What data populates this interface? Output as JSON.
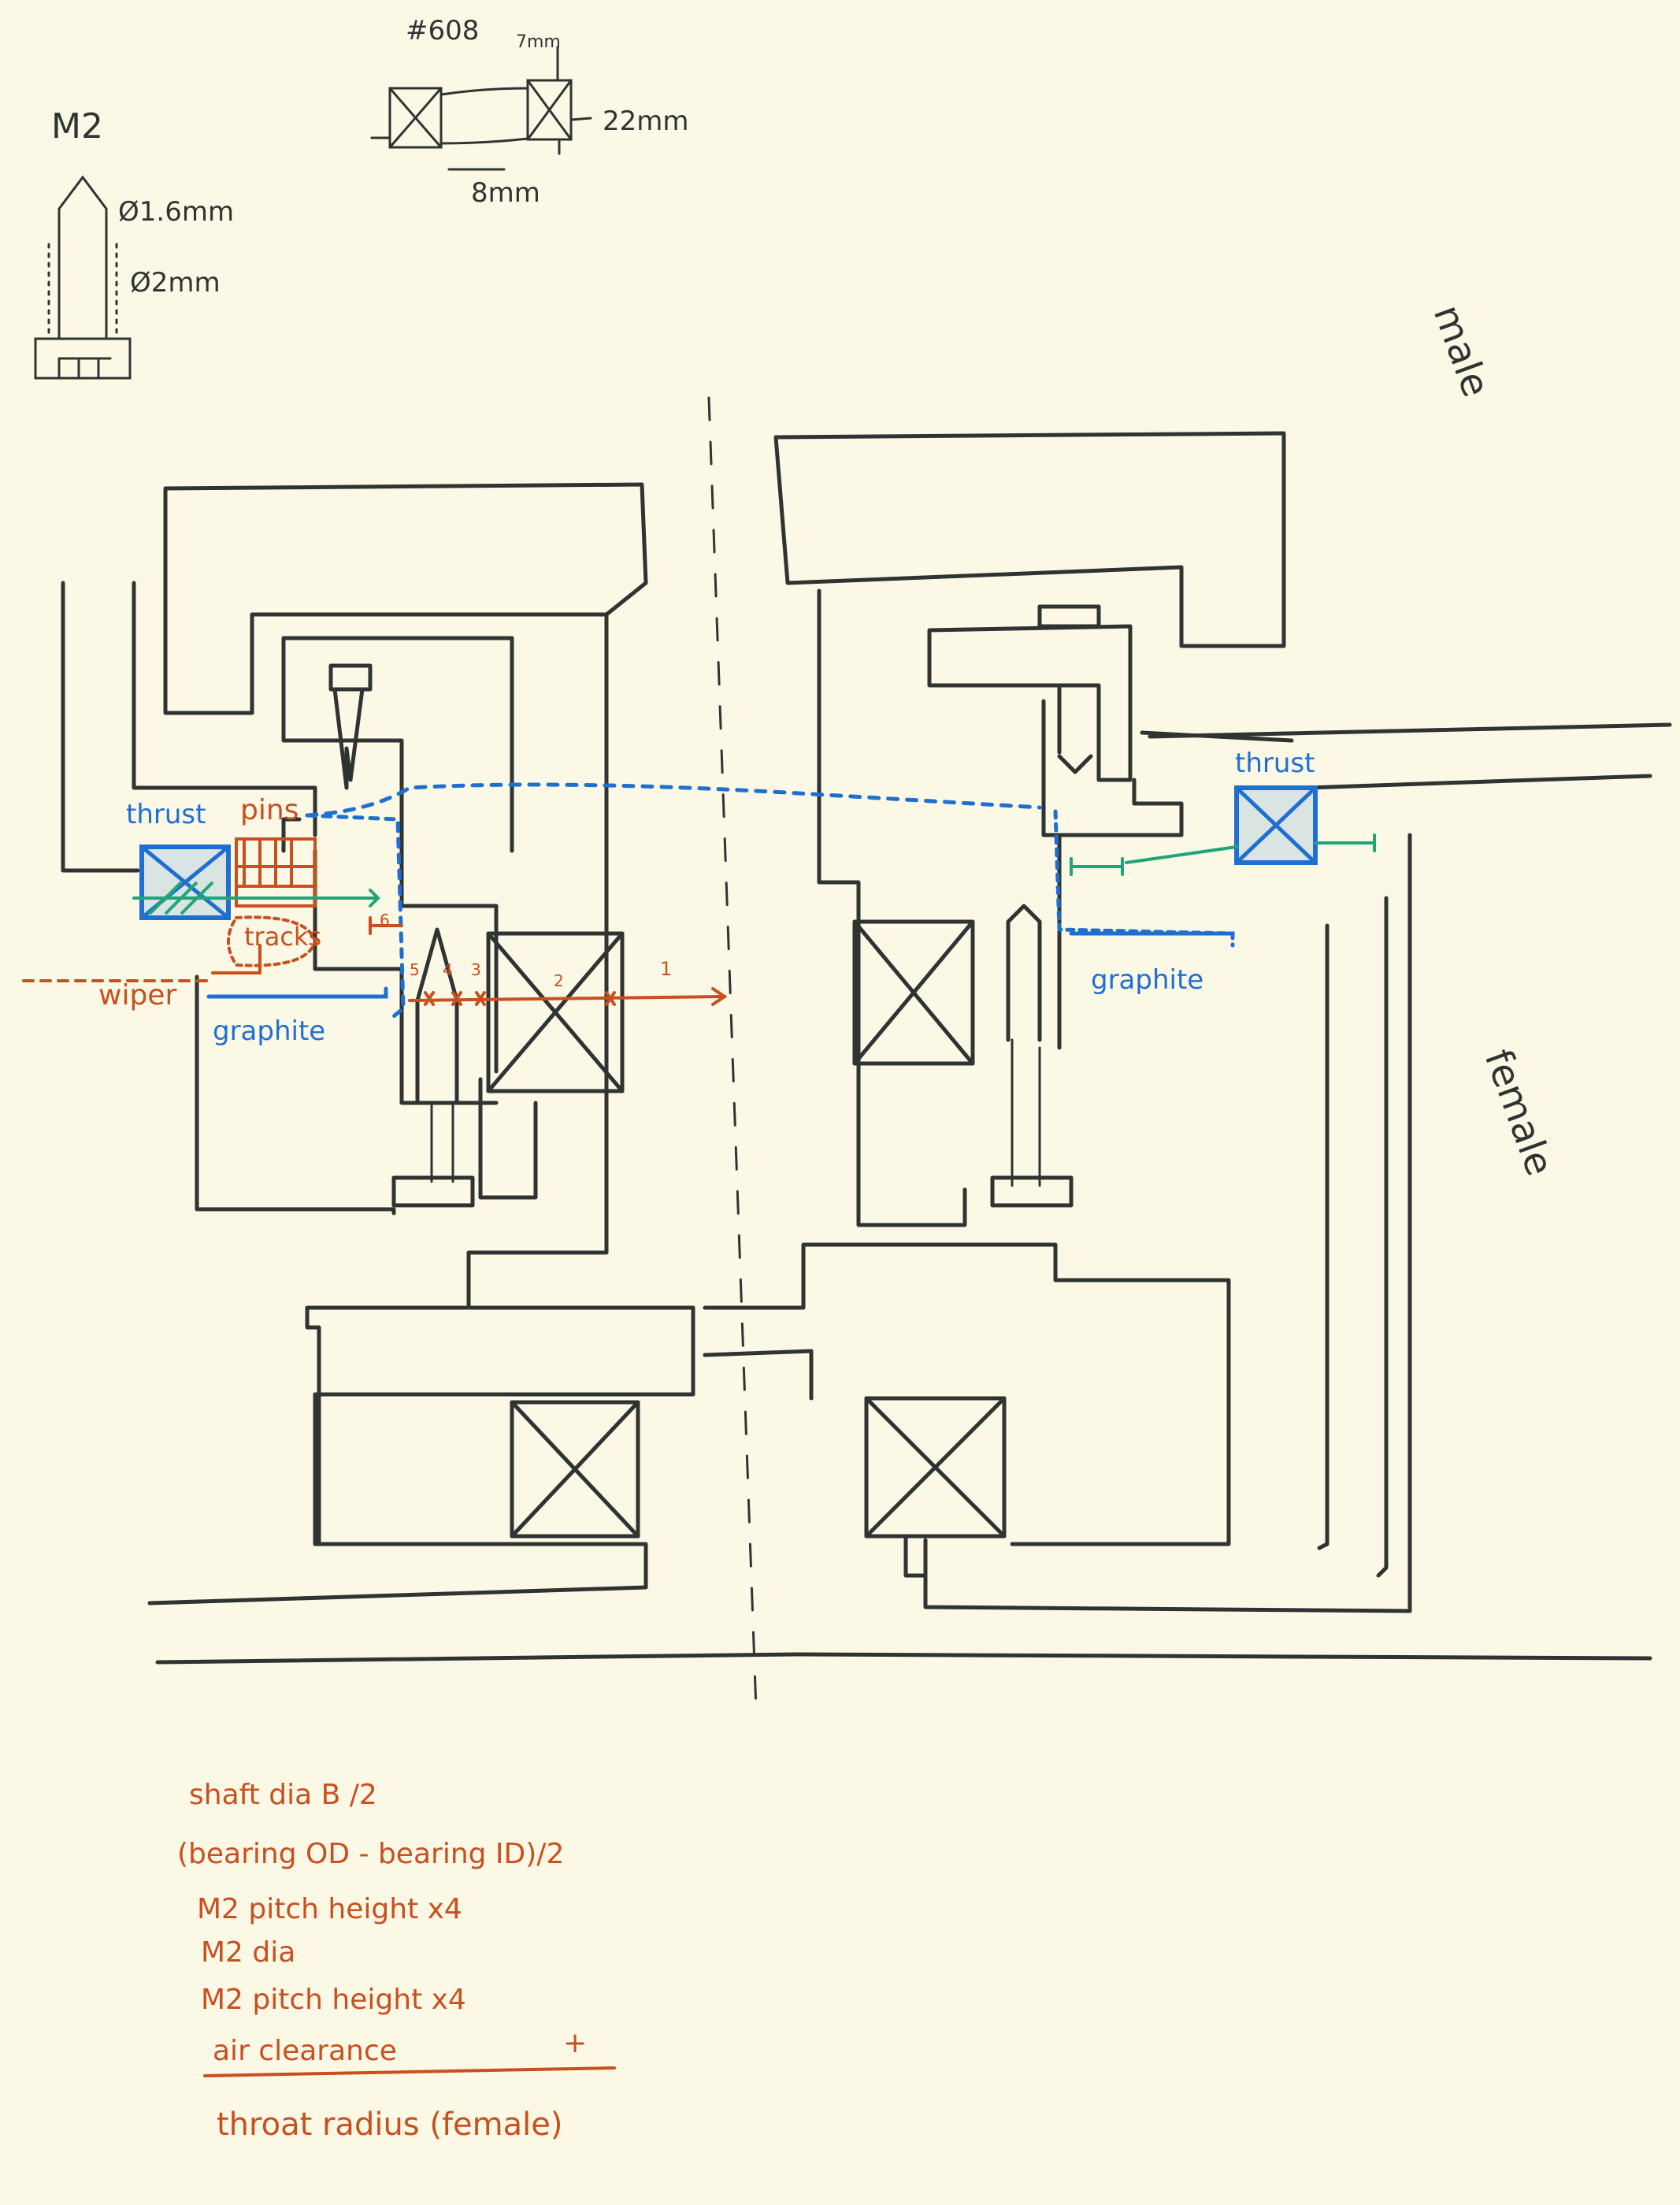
{
  "title_labels": {
    "bearing_number": "#608",
    "bearing_width": "7mm",
    "bearing_od": "22mm",
    "bearing_id": "8mm",
    "screw_name": "M2",
    "screw_tip_dia": "Ø1.6mm",
    "screw_dia": "Ø2mm"
  },
  "side_labels": {
    "male": "male",
    "female": "female"
  },
  "part_labels": {
    "thrust_left": "thrust",
    "pins": "pins",
    "tracks": "tracks",
    "wiper": "wiper",
    "graphite_left": "graphite",
    "thrust_right": "thrust",
    "graphite_right": "graphite"
  },
  "dimension_markers": [
    "1",
    "2",
    "3",
    "4",
    "5",
    "6"
  ],
  "formula": {
    "lines": [
      "shaft dia B /2",
      "(bearing OD - bearing ID)/2",
      "M2 pitch height x4",
      "M2 dia",
      "M2 pitch height x4",
      "air clearance"
    ],
    "plus": "+",
    "result": "throat radius (female)"
  },
  "colors": {
    "paper": "#fbf8e6",
    "pencil": "#2f3433",
    "red": "#c8501f",
    "blue": "#1f6fd1",
    "green": "#1fa57a"
  }
}
